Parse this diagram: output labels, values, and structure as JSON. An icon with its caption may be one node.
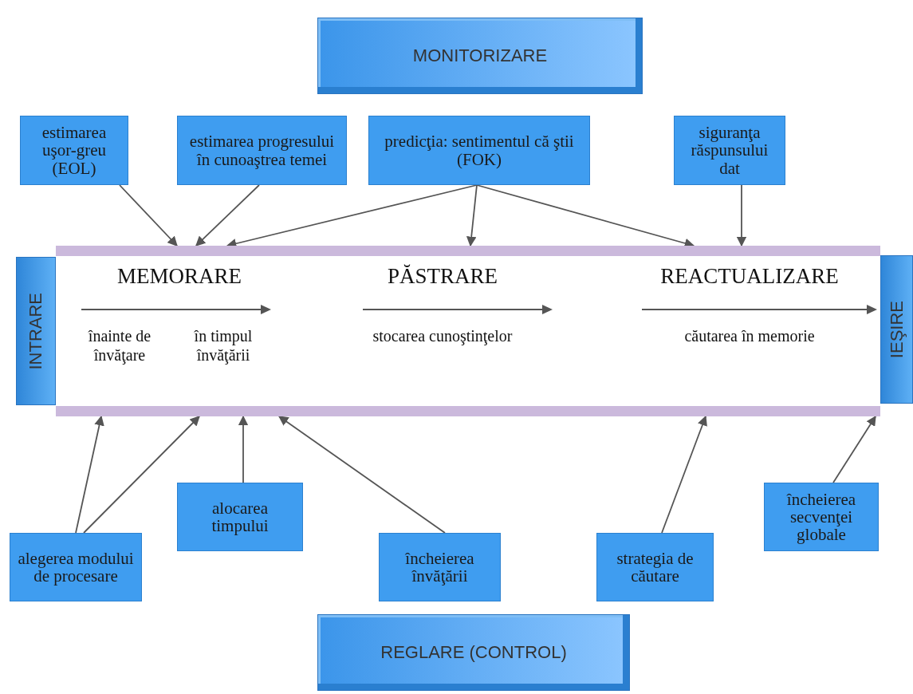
{
  "diagram": {
    "nodes": [
      {
        "text": [
          "MONITORIZARE"
        ]
      },
      {
        "text": [
          "estimarea uşor-greu (EOL)"
        ]
      },
      {
        "text": [
          "estimarea progresului în cunoaştrea temei"
        ]
      },
      {
        "text": [
          "predicţia: sentimentul că ştii (FOK)"
        ]
      },
      {
        "text": [
          "siguranţa răspunsului dat"
        ]
      },
      {
        "text": [
          "INTRARE"
        ]
      },
      {
        "text": [
          "MEMORARE",
          "PĂSTRARE",
          "REACTUALIZARE",
          "înainte de învăţare",
          "în timpul învăţării",
          "stocarea cunoştinţelor",
          "căutarea în memorie"
        ]
      },
      {
        "text": [
          "IEŞIRE"
        ]
      },
      {
        "text": [
          "alegerea modului de procesare"
        ]
      },
      {
        "text": [
          "alocarea timpului"
        ]
      },
      {
        "text": [
          "încheierea învăţării"
        ]
      },
      {
        "text": [
          "strategia de căutare"
        ]
      },
      {
        "text": [
          "încheierea secvenţei globale"
        ]
      },
      {
        "text": [
          "REGLARE (CONTROL)"
        ]
      }
    ],
    "edges": [
      {
        "from": 1,
        "to": 6,
        "arrow": "to"
      },
      {
        "from": 2,
        "to": 6,
        "arrow": "to"
      },
      {
        "from": 3,
        "to": 6,
        "arrow": "to"
      },
      {
        "from": 3,
        "to": 6,
        "arrow": "to"
      },
      {
        "from": 3,
        "to": 6,
        "arrow": "to"
      },
      {
        "from": 4,
        "to": 6,
        "arrow": "to"
      },
      {
        "from": 8,
        "to": 6,
        "arrow": "to"
      },
      {
        "from": 8,
        "to": 6,
        "arrow": "to"
      },
      {
        "from": 9,
        "to": 6,
        "arrow": "to"
      },
      {
        "from": 10,
        "to": 6,
        "arrow": "to"
      },
      {
        "from": 11,
        "to": 6,
        "arrow": "to"
      },
      {
        "from": 12,
        "to": 6,
        "arrow": "to"
      }
    ]
  }
}
